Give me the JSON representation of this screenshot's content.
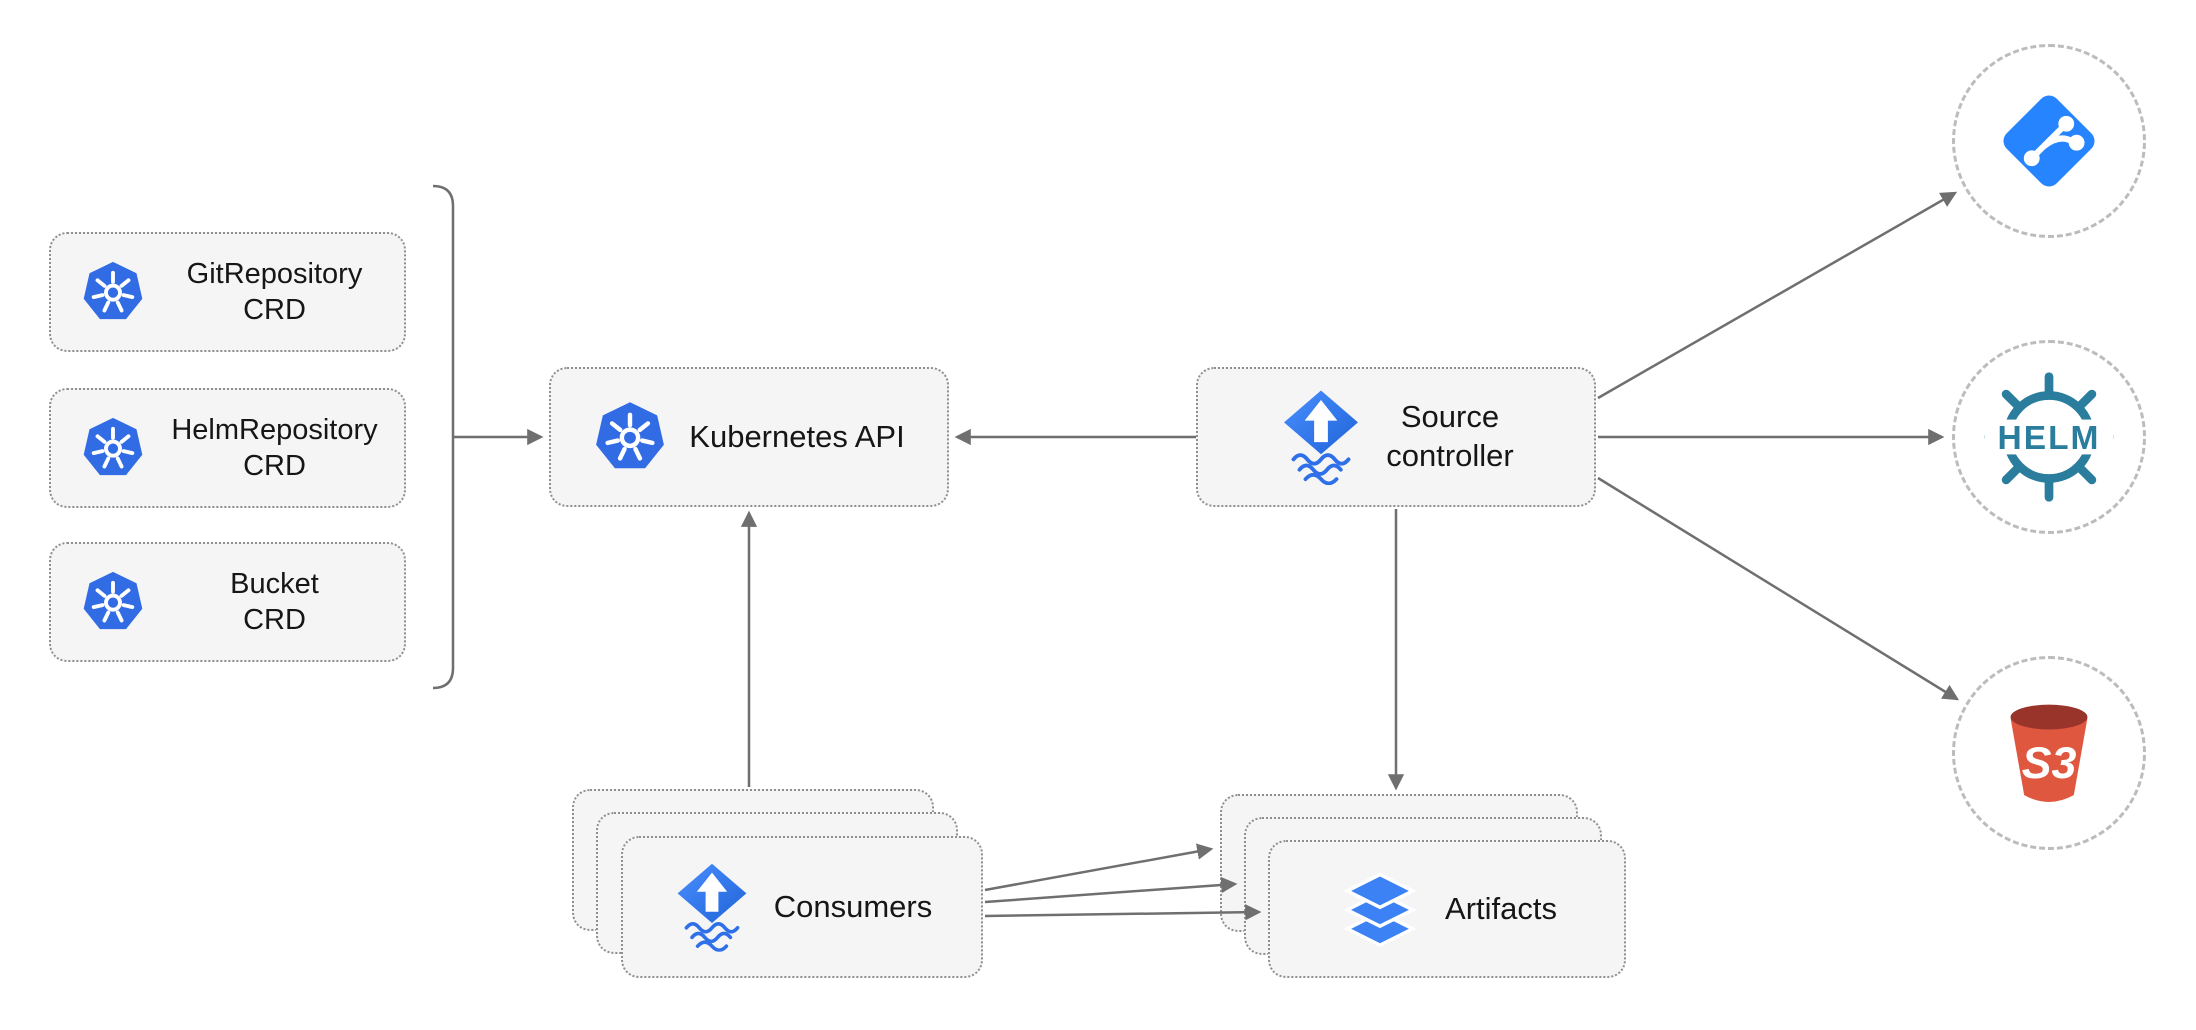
{
  "colors": {
    "kubernetes_blue": "#326CE5",
    "flux_blue": "#2F6FE8",
    "git_blue": "#2684FF",
    "helm_teal": "#2A7D9D",
    "s3_red": "#E0573F",
    "s3_dark_red": "#99342B",
    "layers_blue": "#3C82F5",
    "arrow_gray": "#6F6F6F",
    "node_background": "#F5F5F6"
  },
  "nodes": {
    "gitrepository_crd": {
      "line1": "GitRepository",
      "line2": "CRD",
      "icon": "kubernetes-icon"
    },
    "helmrepository_crd": {
      "line1": "HelmRepository",
      "line2": "CRD",
      "icon": "kubernetes-icon"
    },
    "bucket_crd": {
      "line1": "Bucket",
      "line2": "CRD",
      "icon": "kubernetes-icon"
    },
    "kubernetes_api": {
      "label": "Kubernetes API",
      "icon": "kubernetes-icon"
    },
    "source_controller": {
      "line1": "Source",
      "line2": "controller",
      "icon": "flux-icon"
    },
    "consumers": {
      "label": "Consumers",
      "icon": "flux-icon",
      "stacked": true
    },
    "artifacts": {
      "label": "Artifacts",
      "icon": "layers-icon",
      "stacked": true
    },
    "git_endpoint": {
      "icon": "git-icon"
    },
    "helm_endpoint": {
      "icon": "helm-ship-wheel-icon",
      "label": "HELM"
    },
    "s3_endpoint": {
      "icon": "s3-bucket-icon",
      "label": "S3"
    }
  },
  "edges": [
    {
      "from": "crd_group",
      "to": "kubernetes_api"
    },
    {
      "from": "source_controller",
      "to": "kubernetes_api"
    },
    {
      "from": "source_controller",
      "to": "git_endpoint"
    },
    {
      "from": "source_controller",
      "to": "helm_endpoint"
    },
    {
      "from": "source_controller",
      "to": "s3_endpoint"
    },
    {
      "from": "source_controller",
      "to": "artifacts"
    },
    {
      "from": "consumers",
      "to": "kubernetes_api"
    },
    {
      "from": "consumers",
      "to": "artifacts"
    },
    {
      "from": "consumers",
      "to": "artifacts"
    },
    {
      "from": "consumers",
      "to": "artifacts"
    }
  ]
}
